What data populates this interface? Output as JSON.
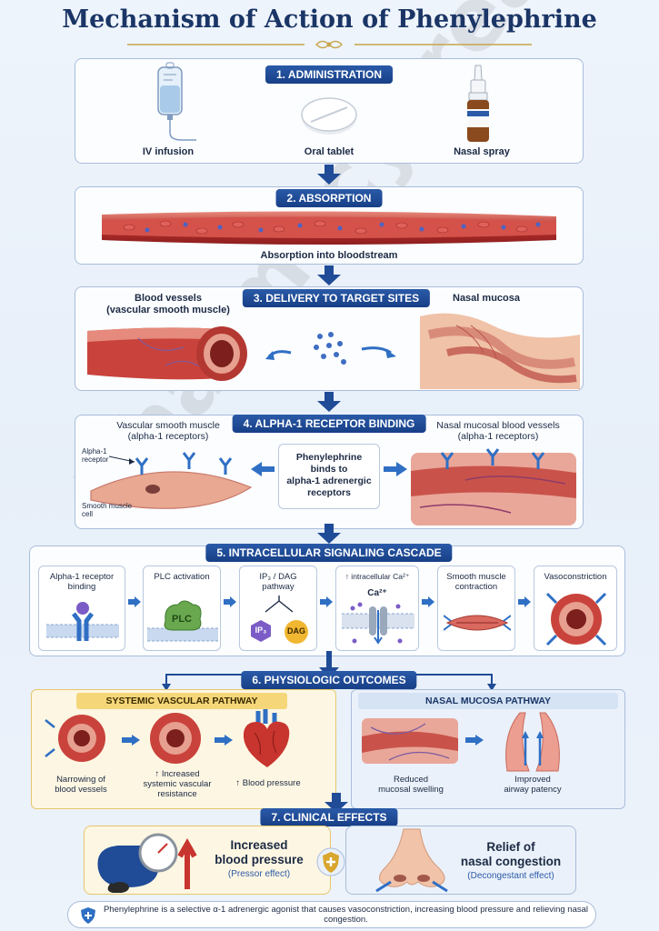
{
  "title": "Mechanism of Action of Phenylephrine",
  "watermark": "PharmacyFreak",
  "step1": {
    "heading": "1. ADMINISTRATION",
    "items": [
      "IV infusion",
      "Oral tablet",
      "Nasal spray"
    ]
  },
  "step2": {
    "heading": "2. ABSORPTION",
    "caption": "Absorption into bloodstream"
  },
  "step3": {
    "heading": "3. DELIVERY TO TARGET SITES",
    "left_label": "Blood vessels\n(vascular smooth muscle)",
    "right_label": "Nasal mucosa"
  },
  "step4": {
    "heading": "4. ALPHA-1 RECEPTOR BINDING",
    "left_label": "Vascular smooth muscle\n(alpha-1 receptors)",
    "right_label": "Nasal mucosal blood vessels\n(alpha-1 receptors)",
    "center_box": "Phenylephrine\nbinds to\nalpha-1 adrenergic\nreceptors",
    "receptor_label": "Alpha-1\nreceptor",
    "cell_label": "Smooth muscle\ncell"
  },
  "step5": {
    "heading": "5. INTRACELLULAR SIGNALING CASCADE",
    "cards": [
      "Alpha-1 receptor\nbinding",
      "PLC activation",
      "IP₃ / DAG\npathway",
      "↑ intracellular Ca²⁺",
      "Smooth muscle\ncontraction",
      "Vasoconstriction"
    ],
    "plc": "PLC",
    "ip3": "IP₃",
    "dag": "DAG",
    "ca": "Ca²⁺"
  },
  "step6": {
    "heading": "6. PHYSIOLOGIC OUTCOMES",
    "systemic": {
      "title": "SYSTEMIC VASCULAR PATHWAY",
      "items": [
        "Narrowing of\nblood vessels",
        "↑ Increased\nsystemic vascular\nresistance",
        "↑ Blood pressure"
      ]
    },
    "nasal": {
      "title": "NASAL MUCOSA PATHWAY",
      "items": [
        "Reduced\nmucosal swelling",
        "Improved\nairway patency"
      ]
    }
  },
  "step7": {
    "heading": "7. CLINICAL EFFECTS",
    "left_title": "Increased\nblood pressure",
    "left_sub": "(Pressor effect)",
    "right_title": "Relief of\nnasal congestion",
    "right_sub": "(Decongestant effect)"
  },
  "footer": "Phenylephrine is a selective α-1 adrenergic agonist that causes vasoconstriction, increasing blood pressure and relieving nasal congestion.",
  "colors": {
    "navy": "#1a3566",
    "pill": "#1f4b97",
    "vessel": "#c8473f",
    "receptor": "#2f6fc4",
    "systemic_bg": "#fdf6e2",
    "systemic_title": "#f5d77a",
    "nasal_bg": "#eaf1fa",
    "nasal_title": "#d5e3f4"
  }
}
